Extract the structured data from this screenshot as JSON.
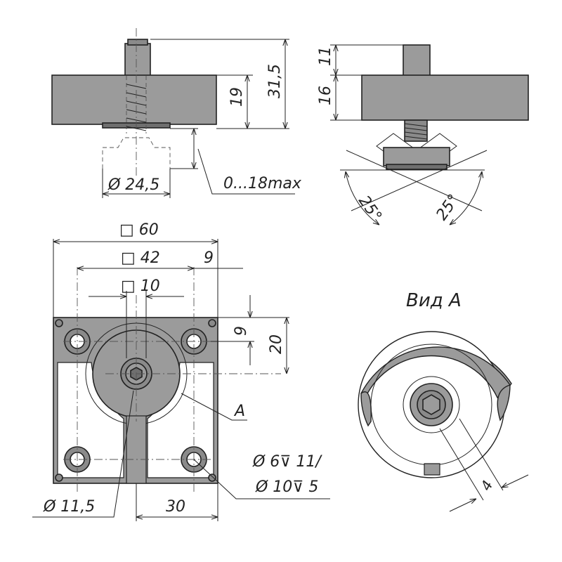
{
  "colors": {
    "body_fill": "#9b9b9b",
    "dark_fill": "#6f6f6f",
    "line": "#222222",
    "background": "#ffffff"
  },
  "labels": {
    "height_total": "31,5",
    "height_body": "19",
    "adjust_range": "0...18max",
    "foot_diameter": "Ø 24,5",
    "side_top": "11",
    "side_body": "16",
    "tilt_left": "25°",
    "tilt_right": "25°",
    "square_60": "□ 60",
    "square_42": "□ 42",
    "square_10": "□ 10",
    "offset_9_top": "9",
    "offset_9_right": "9",
    "offset_20": "20",
    "view_ref": "A",
    "view_title": "Вид А",
    "hole_spec_1": "Ø 6⊽ 11/",
    "hole_spec_2": "Ø 10⊽ 5",
    "dia_11_5": "Ø 11,5",
    "width_30": "30",
    "slot_4": "4"
  }
}
